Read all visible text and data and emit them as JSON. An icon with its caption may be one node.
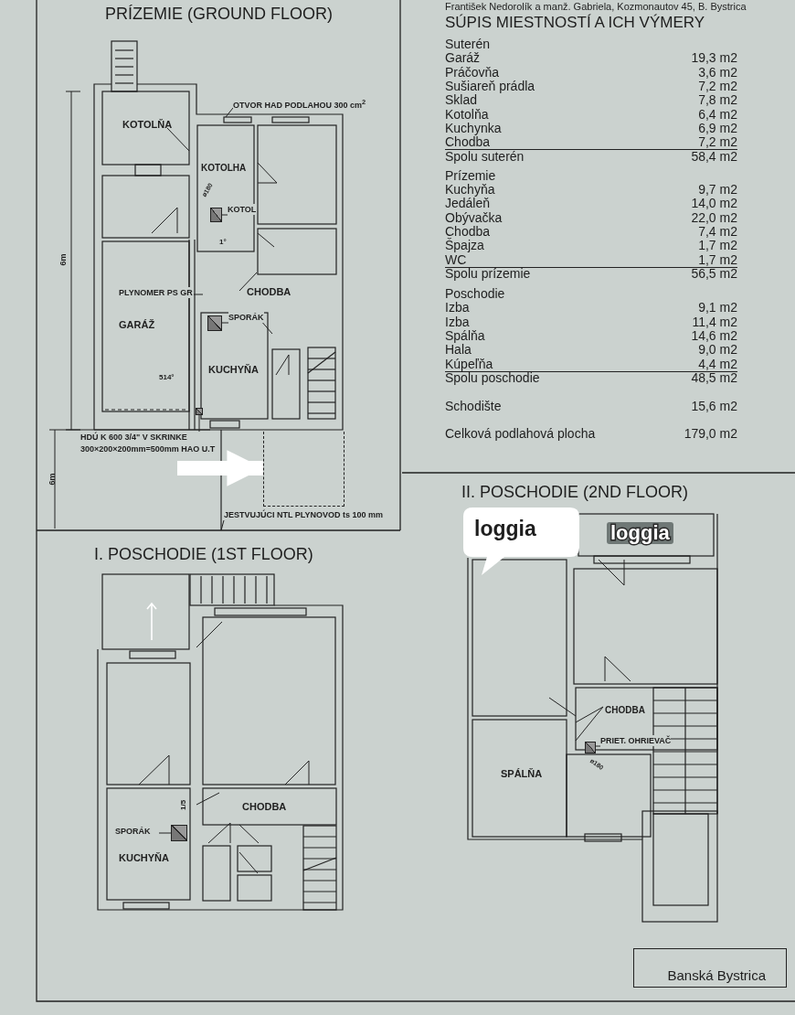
{
  "diagram": {
    "nodes": [
      {
        "text": [
          "OTVOR HAD PODLAHOU 300 cm$^{2}$"
        ]
      },
      {
        "text": [
          "KOTOL"
        ]
      },
      {
        "text": [],
        "shape": "box"
      },
      {
        "text": [
          "PLYNOMER PS GR"
        ]
      },
      {
        "text": [
          "SPORÁK"
        ]
      },
      {
        "text": [],
        "shape": "box"
      },
      {
        "text": [
          "HDÚ K 600 3/4\" V SKRINKE",
          "300×200×200mm=500mm HAO U.T"
        ]
      },
      {
        "text": [
          "JESTVUJÚCI NTL PLYNOVOD ts 100 mm"
        ]
      },
      {
        "text": [
          "SPORÁK"
        ]
      },
      {
        "text": [],
        "shape": "box"
      },
      {
        "text": [
          "PRIET. OHRIEVAČ"
        ]
      },
      {
        "text": [],
        "shape": "box"
      },
      {
        "text": [
          "loggia"
        ]
      },
      {
        "text": [
          "Banská Bystrica"
        ]
      },
      {
        "text": [],
        "shape": "box"
      },
      {
        "text": [],
        "shape": "box"
      }
    ],
    "edges": [
      {
        "from": 0,
        "to": null,
        "arrow": "none"
      },
      {
        "from": 1,
        "to": 2,
        "arrow": "none"
      },
      {
        "from": 3,
        "to": null,
        "arrow": "none"
      },
      {
        "from": 4,
        "to": 5,
        "arrow": "none"
      },
      {
        "from": 6,
        "to": 15,
        "arrow": "none"
      },
      {
        "from": 7,
        "to": null,
        "arrow": "none"
      },
      {
        "from": 8,
        "to": 9,
        "arrow": "none"
      },
      {
        "from": 10,
        "to": 11,
        "arrow": "none"
      },
      {
        "from": null,
        "to": 14,
        "arrow": "to",
        "style": "thick",
        "color": "#ffffff"
      }
    ],
    "labels": [
      "František Nedorolík a manž. Gabriela, Kozmonautov 45, B. Bystrica",
      "PRÍZEMIE (GROUND FLOOR)",
      "SÚPIS MIESTNOSTÍ A ICH VÝMERY",
      "Suterén",
      "Garáž",
      "19,3 m2",
      "Práčovňa",
      "3,6 m2",
      "Sušiareň prádla",
      "7,2 m2",
      "Sklad",
      "7,8 m2",
      "Kotolňa",
      "6,4 m2",
      "Kuchynka",
      "6,9 m2",
      "Chodba",
      "7,2 m2",
      "Spolu suterén",
      "58,4 m2",
      "Prízemie",
      "Kuchyňa",
      "9,7 m2",
      "Jedáleň",
      "14,0 m2",
      "Obývačka",
      "22,0 m2",
      "Chodba",
      "7,4 m2",
      "Špajza",
      "1,7 m2",
      "WC",
      "1,7 m2",
      "Spolu prízemie",
      "56,5 m2",
      "Poschodie",
      "Izba",
      "9,1 m2",
      "Izba",
      "11,4 m2",
      "Spálňa",
      "14,6 m2",
      "Hala",
      "9,0 m2",
      "Kúpeľňa",
      "4,4 m2",
      "Spolu poschodie",
      "48,5 m2",
      "Schodište",
      "15,6 m2",
      "Celková podlahová plocha",
      "179,0 m2",
      "KOTOLŇA",
      "KOTOLHA",
      "GARÁŽ",
      "CHODBA",
      "KUCHYŇA",
      "6m",
      "6m",
      "ø180",
      "1°",
      "514°",
      "I. POSCHODIE (1ST FLOOR)",
      "II. POSCHODIE (2ND FLOOR)",
      "loggia",
      "CHODBA",
      "KUCHYŇA",
      "1/5",
      "CHODBA",
      "SPÁLŇA",
      "ø180"
    ]
  }
}
